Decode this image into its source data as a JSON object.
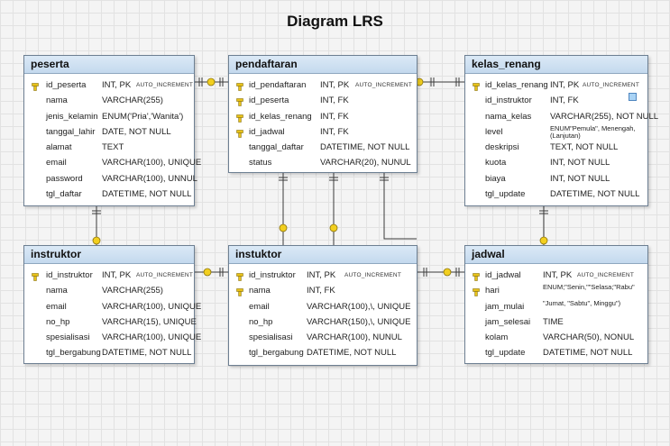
{
  "title": "Diagram LRS",
  "entities": {
    "peserta": {
      "name": "peserta",
      "rows": [
        {
          "name": "id_peserta",
          "type": "INT, PK",
          "extra": "AUTO_INCREMENT",
          "pk": true
        },
        {
          "name": "nama",
          "type": "VARCHAR(255)"
        },
        {
          "name": "jenis_kelamin",
          "type": "ENUM('Pria','Wanita')"
        },
        {
          "name": "tanggal_lahir",
          "type": "DATE, NOT NULL"
        },
        {
          "name": "alamat",
          "type": "TEXT"
        },
        {
          "name": "email",
          "type": "VARCHAR(100), UNIQUE"
        },
        {
          "name": "password",
          "type": "VARCHAR(100), UNNUL"
        },
        {
          "name": "tgl_daftar",
          "type": "DATETIME, NOT NULL"
        }
      ]
    },
    "pendaftaran": {
      "name": "pendaftaran",
      "rows": [
        {
          "name": "id_pendaftaran",
          "type": "INT, PK",
          "extra": "AUTO_INCREMENT",
          "pk": true
        },
        {
          "name": "id_peserta",
          "type": "INT, FK",
          "pk": true
        },
        {
          "name": "id_kelas_renang",
          "type": "INT, FK",
          "pk": true
        },
        {
          "name": "id_jadwal",
          "type": "INT, FK",
          "pk": true
        },
        {
          "name": "tanggal_daftar",
          "type": "DATETIME, NOT NULL"
        },
        {
          "name": "status",
          "type": "VARCHAR(20), NUNUL"
        }
      ]
    },
    "kelas_renang": {
      "name": "kelas_renang",
      "rows": [
        {
          "name": "id_kelas_renang",
          "type": "INT, PK",
          "extra": "AUTO_INCREMENT",
          "pk": true
        },
        {
          "name": "id_instruktor",
          "type": "INT, FK"
        },
        {
          "name": "nama_kelas",
          "type": "VARCHAR(255), NOT NULL"
        },
        {
          "name": "level",
          "type": "ENUM\"Pemula\", Menengah, (Lanjutan)"
        },
        {
          "name": "deskripsi",
          "type": "TEXT, NOT NULL"
        },
        {
          "name": "kuota",
          "type": "INT, NOT NULL"
        },
        {
          "name": "biaya",
          "type": "INT, NOT NULL"
        },
        {
          "name": "tgl_update",
          "type": "DATETIME, NOT NULL"
        }
      ]
    },
    "instruktor": {
      "name": "instruktor",
      "rows": [
        {
          "name": "id_instruktor",
          "type": "INT, PK",
          "extra": "AUTO_INCREMENT",
          "pk": true
        },
        {
          "name": "nama",
          "type": "VARCHAR(255)"
        },
        {
          "name": "email",
          "type": "VARCHAR(100), UNIQUE"
        },
        {
          "name": "no_hp",
          "type": "VARCHAR(15), UNIQUE"
        },
        {
          "name": "spesialisasi",
          "type": "VARCHAR(100), UNIQUE"
        },
        {
          "name": "tgl_bergabung",
          "type": "DATETIME, NOT NULL"
        }
      ]
    },
    "instuktor": {
      "name": "instuktor",
      "rows": [
        {
          "name": "id_instruktor",
          "type": "INT, PK",
          "extra": "AUTO_INCREMENT",
          "pk": true
        },
        {
          "name": "nama",
          "type": "INT, FK",
          "pk": true
        },
        {
          "name": "email",
          "type": "VARCHAR(100),\\, UNIQUE"
        },
        {
          "name": "no_hp",
          "type": "VARCHAR(150),\\, UNIQUE"
        },
        {
          "name": "spesialisasi",
          "type": "VARCHAR(100), NUNUL"
        },
        {
          "name": "tgl_bergabung",
          "type": "DATETIME, NOT NULL"
        }
      ]
    },
    "jadwal": {
      "name": "jadwal",
      "rows": [
        {
          "name": "id_jadwal",
          "type": "INT, PK",
          "extra": "AUTO_INCREMENT",
          "pk": true
        },
        {
          "name": "hari",
          "type": "ENUM;\"Senin,\"\"Selasa;\"Rabu\"",
          "pk": true
        },
        {
          "name": "jam_mulai",
          "type": "\"Jumat, \"Sabtu\", Minggu\")"
        },
        {
          "name": "jam_selesai",
          "type": "TIME"
        },
        {
          "name": "kolam",
          "type": "VARCHAR(50), NONUL"
        },
        {
          "name": "tgl_update",
          "type": "DATETIME, NOT NULL"
        }
      ]
    }
  },
  "colors": {
    "header": "#c9dcef",
    "border": "#6d7f92",
    "line": "#3a3a3a",
    "connector_dot": "#f2cf1f",
    "key_icon": "#e8c21a"
  }
}
